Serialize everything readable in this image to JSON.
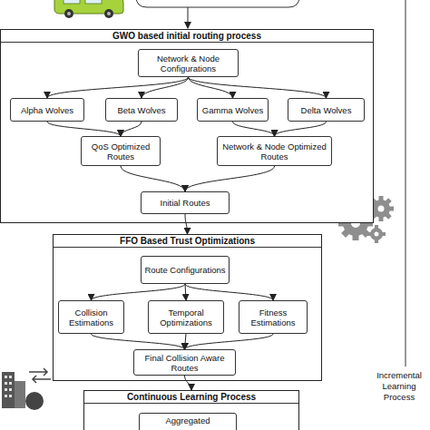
{
  "diagram": {
    "nodes": [
      {
        "text": [
          "GWO based initial routing process"
        ]
      },
      {
        "text": [
          "Network & Node Configurations"
        ],
        "in": 0
      },
      {
        "text": [
          "Alpha Wolves"
        ],
        "in": 0
      },
      {
        "text": [
          "Beta Wolves"
        ],
        "in": 0
      },
      {
        "text": [
          "Gamma Wolves"
        ],
        "in": 0
      },
      {
        "text": [
          "Delta Wolves"
        ],
        "in": 0
      },
      {
        "text": [
          "QoS Optimized Routes"
        ],
        "in": 0
      },
      {
        "text": [
          "Network & Node Optimized Routes"
        ],
        "in": 0
      },
      {
        "text": [
          "Initial Routes"
        ],
        "in": 0
      },
      {
        "text": [
          "FFO Based Trust Optimizations"
        ]
      },
      {
        "text": [
          "Route Configurations"
        ],
        "in": 9
      },
      {
        "text": [
          "Collision Estimations"
        ],
        "in": 9
      },
      {
        "text": [
          "Temporal Optimizations"
        ],
        "in": 9
      },
      {
        "text": [
          "Fitness Estimations"
        ],
        "in": 9
      },
      {
        "text": [
          "Final Collision Aware Routes"
        ],
        "in": 9
      },
      {
        "text": [
          "Continuous Learning Process"
        ]
      },
      {
        "text": [
          "Aggregated"
        ],
        "in": 15
      }
    ],
    "edges": [
      {
        "from": 1,
        "to": 2,
        "arrow": "to"
      },
      {
        "from": 1,
        "to": 3,
        "arrow": "to"
      },
      {
        "from": 1,
        "to": 4,
        "arrow": "to"
      },
      {
        "from": 1,
        "to": 5,
        "arrow": "to"
      },
      {
        "from": 2,
        "to": 6,
        "arrow": "to"
      },
      {
        "from": 3,
        "to": 6,
        "arrow": "to"
      },
      {
        "from": 4,
        "to": 7,
        "arrow": "to"
      },
      {
        "from": 5,
        "to": 7,
        "arrow": "to"
      },
      {
        "from": 6,
        "to": 8,
        "arrow": "to"
      },
      {
        "from": 7,
        "to": 8,
        "arrow": "to"
      },
      {
        "from": 8,
        "to": 9,
        "arrow": "to"
      },
      {
        "from": 10,
        "to": 11,
        "arrow": "to"
      },
      {
        "from": 10,
        "to": 12,
        "arrow": "to"
      },
      {
        "from": 10,
        "to": 13,
        "arrow": "to"
      },
      {
        "from": 11,
        "to": 14,
        "arrow": "to"
      },
      {
        "from": 12,
        "to": 14,
        "arrow": "to"
      },
      {
        "from": 13,
        "to": 14,
        "arrow": "to"
      },
      {
        "from": 14,
        "to": 15,
        "arrow": "to"
      }
    ],
    "labels": [
      "Incremental Learning Process"
    ]
  }
}
